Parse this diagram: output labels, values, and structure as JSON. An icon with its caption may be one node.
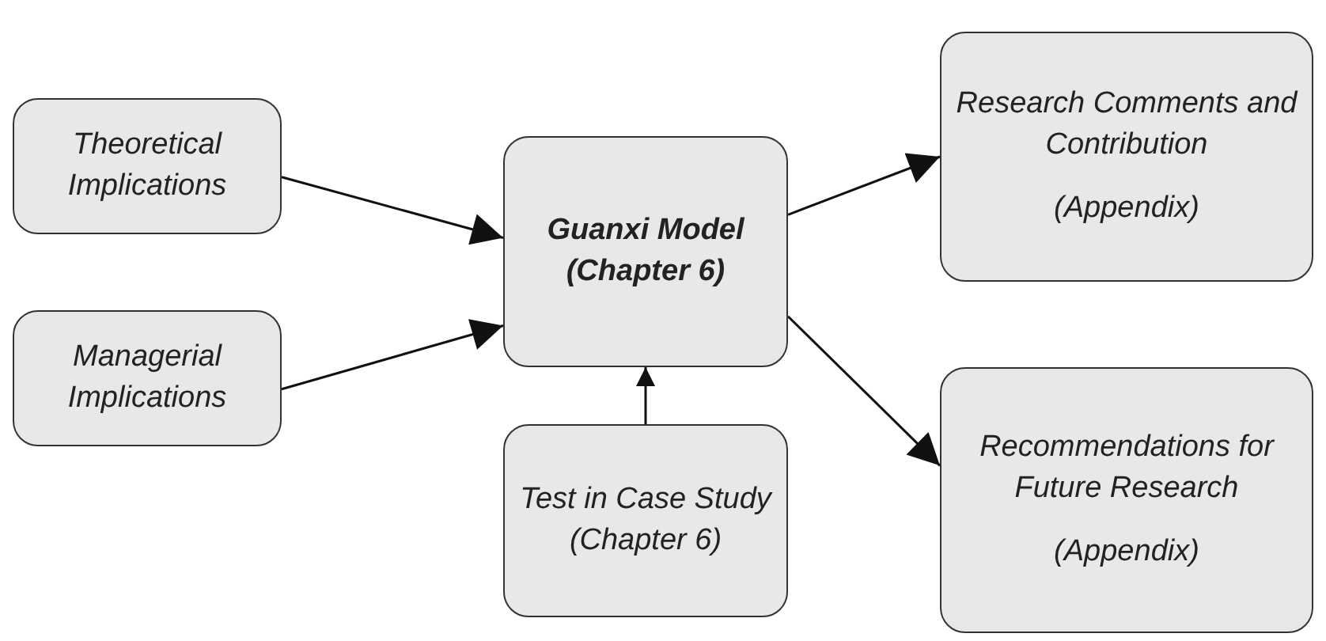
{
  "diagram": {
    "nodes": [
      {
        "text": [
          "Theoretical Implications"
        ]
      },
      {
        "text": [
          "Managerial Implications"
        ]
      },
      {
        "text": [
          "Guanxi Model (Chapter 6)"
        ]
      },
      {
        "text": [
          "Test in Case Study (Chapter 6)"
        ]
      },
      {
        "text": [
          "Research Comments and Contribution",
          "(Appendix)"
        ]
      },
      {
        "text": [
          "Recommendations for Future Research",
          "(Appendix)"
        ]
      }
    ],
    "edges": [
      {
        "from": 0,
        "to": 2,
        "arrow": "to"
      },
      {
        "from": 1,
        "to": 2,
        "arrow": "to"
      },
      {
        "from": 3,
        "to": 2,
        "arrow": "to"
      },
      {
        "from": 2,
        "to": 4,
        "arrow": "to"
      },
      {
        "from": 2,
        "to": 5,
        "arrow": "to"
      }
    ]
  }
}
